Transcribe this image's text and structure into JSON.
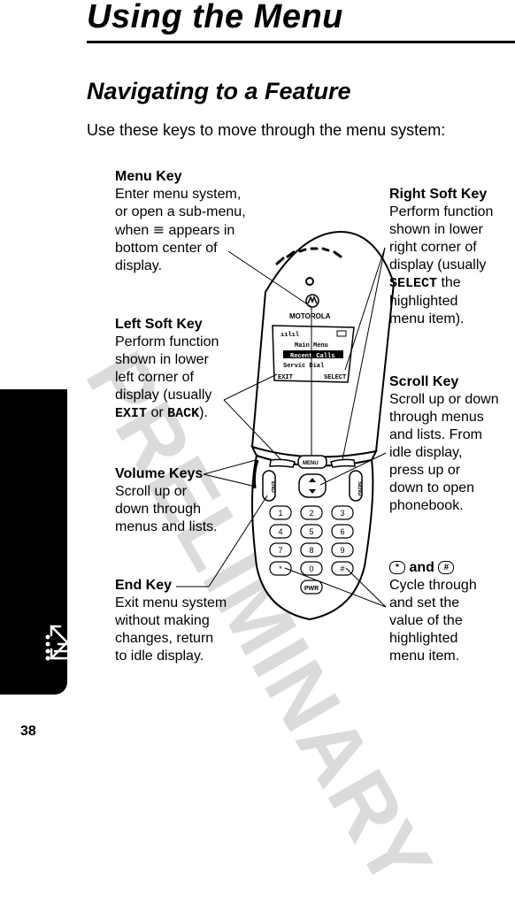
{
  "page": {
    "title": "Using the Menu",
    "subtitle": "Navigating to a Feature",
    "intro": "Use these keys to move through the menu system:",
    "side_label": "Using the Menu",
    "page_number": "38",
    "watermark": "PRELIMINARY"
  },
  "callouts": {
    "menu_key": {
      "title": "Menu Key",
      "l1": "Enter menu system,",
      "l2": "or open a sub-menu,",
      "l3a": "when ",
      "l3b": " appears in",
      "l4": "bottom center of",
      "l5": "display."
    },
    "left_soft": {
      "title": "Left Soft Key",
      "l1": "Perform function",
      "l2": "shown in lower",
      "l3": "left corner of",
      "l4": "display (usually",
      "l5a": "EXIT",
      "l5b": " or ",
      "l5c": "BACK",
      "l5d": ")."
    },
    "volume": {
      "title": "Volume Keys",
      "l1": "Scroll up or",
      "l2": "down through",
      "l3": "menus and lists."
    },
    "end_key": {
      "title": "End Key",
      "l1": "Exit menu system",
      "l2": "without making",
      "l3": "changes, return",
      "l4": "to idle display."
    },
    "right_soft": {
      "title": "Right Soft Key",
      "l1": "Perform function",
      "l2": "shown in lower",
      "l3": "right corner of",
      "l4": "display (usually",
      "l5a": "SELECT",
      "l5b": " the",
      "l6": "highlighted",
      "l7": "menu item)."
    },
    "scroll": {
      "title": "Scroll Key",
      "l1": "Scroll up or down",
      "l2": "through menus",
      "l3": "and lists. From",
      "l4": "idle display,",
      "l5": "press up or",
      "l6": "down to open",
      "l7": "phonebook."
    },
    "star_pound": {
      "title_mid": " and ",
      "l1": "Cycle through",
      "l2": "and set the",
      "l3": "value of the",
      "l4": "highlighted",
      "l5": "menu item."
    }
  },
  "phone": {
    "brand": "MOTOROLA",
    "screen_title": "Main Menu",
    "screen_item1": "Recent Calls",
    "screen_item2": "Servic  Dial",
    "soft_left": "EXIT",
    "soft_right": "SELECT",
    "menu_label": "MENU",
    "end_label": "END",
    "send_label": "SEND",
    "pwr_label": "PWR",
    "keys": [
      "1",
      "2",
      "3",
      "4",
      "5",
      "6",
      "7",
      "8",
      "9",
      "*",
      "0",
      "#"
    ]
  }
}
